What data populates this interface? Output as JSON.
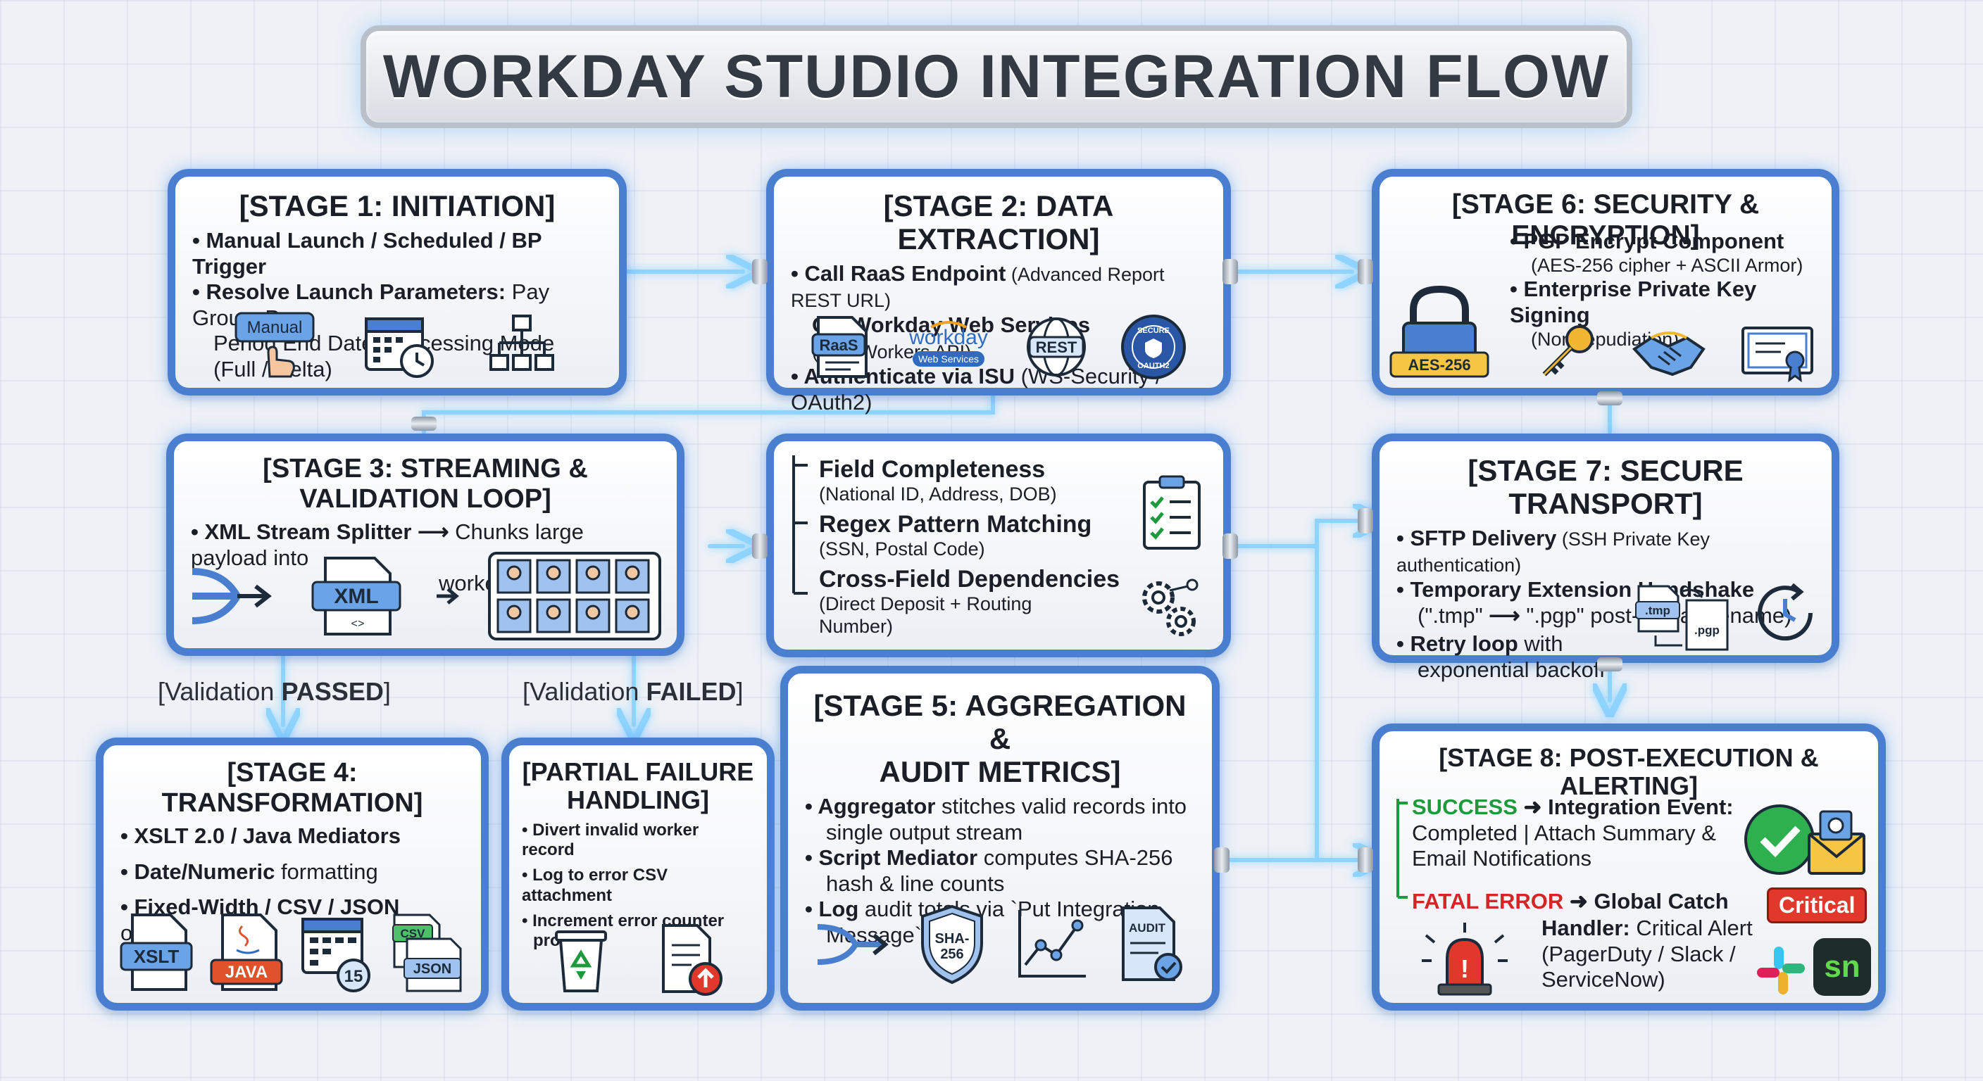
{
  "title": "WORKDAY STUDIO INTEGRATION FLOW",
  "stage1": {
    "heading": "[STAGE 1: INITIATION]",
    "l1": "• Manual Launch / Scheduled / BP Trigger",
    "l2a": "• Resolve Launch Parameters:",
    "l2b": " Pay Group, Pay",
    "l3": "Period End Date, Processing Mode (Full / Delta)",
    "manual_label": "Manual",
    "icons": [
      "manual-button-icon",
      "calendar-clock-icon",
      "hierarchy-icon"
    ]
  },
  "stage2": {
    "heading": "[STAGE 2: DATA EXTRACTION]",
    "l1a": "• Call RaaS Endpoint",
    "l1b": " (Advanced Report REST URL)",
    "l2a": "OR Workday Web Services",
    "l2b": " (Get_Workers API)",
    "l3a": "• Authenticate via ISU",
    "l3b": " (WS-Security / OAuth2)",
    "raas_label": "RaaS",
    "workday_label": "workday",
    "workday_sub": "Web Services",
    "rest_label": "REST",
    "oauth_label": "OAUTH2",
    "oauth_top": "SECURE"
  },
  "stage6": {
    "heading": "[STAGE 6: SECURITY & ENCRYPTION]",
    "l1": "• PGP Encrypt Component",
    "l2": "(AES-256 cipher + ASCII Armor)",
    "l3": "• Enterprise Private Key Signing",
    "l4": "(Non-repudiation)",
    "lock_label": "AES-256"
  },
  "stage3": {
    "heading": "[STAGE 3: STREAMING & VALIDATION LOOP]",
    "l1a": "• XML Stream Splitter",
    "l1b": "Chunks large payload into",
    "l2": "worker micro-batches",
    "xml_label": "XML",
    "xml_sub": "<>"
  },
  "validation": {
    "f1": "Field Completeness",
    "f1s": "(National ID, Address, DOB)",
    "f2": "Regex Pattern Matching",
    "f2s": "(SSN, Postal Code)",
    "f3": "Cross-Field Dependencies",
    "f3s1": "(Direct Deposit + Routing",
    "f3s2": "Number)"
  },
  "stage7": {
    "heading": "[STAGE 7: SECURE TRANSPORT]",
    "l1a": "• SFTP Delivery",
    "l1b": " (SSH Private Key authentication)",
    "l2": "• Temporary Extension Handshake",
    "l3a": "(\".tmp\"",
    "l3b": "\".pgp\"",
    "l3c": " post-upload rename)",
    "l4a": "• Retry loop",
    "l4b": " with",
    "l5": "exponential backoff",
    "tmp_label": ".tmp",
    "pgp_label": ".pgp"
  },
  "edges": {
    "passed_a": "[Validation ",
    "passed_b": "PASSED",
    "passed_c": "]",
    "failed_a": "[Validation ",
    "failed_b": "FAILED",
    "failed_c": "]"
  },
  "stage4": {
    "heading": "[STAGE 4: TRANSFORMATION]",
    "l1": "• XSLT 2.0 / Java Mediators",
    "l2a": "• Date/Numeric",
    "l2b": " formatting",
    "l3a": "• Fixed-Width / CSV / JSON",
    "l3b": " output",
    "xslt_label": "XSLT",
    "java_label": "JAVA",
    "cal_num": "15",
    "csv_label": "CSV",
    "json_label": "JSON"
  },
  "partial": {
    "heading1": "[PARTIAL FAILURE",
    "heading2": "HANDLING]",
    "l1": "• Divert invalid worker record",
    "l2": "• Log to error CSV attachment",
    "l3": "• Increment error counter",
    "l4": "property"
  },
  "stage5": {
    "heading1": "[STAGE 5: AGGREGATION &",
    "heading2": "AUDIT METRICS]",
    "l1a": "• Aggregator",
    "l1b": " stitches valid records into",
    "l2": "single output stream",
    "l3a": "• Script Mediator",
    "l3b": " computes SHA-256",
    "l4": "hash & line counts",
    "l5a": "• Log",
    "l5b": " audit totals via `Put Integration",
    "l6": "Message`",
    "sha_label1": "SHA-",
    "sha_label2": "256",
    "audit_label": "AUDIT"
  },
  "stage8": {
    "heading": "[STAGE 8: POST-EXECUTION & ALERTING]",
    "s1": "SUCCESS",
    "s1b": "Integration Event:",
    "s2": "Completed | Attach Summary &",
    "s3": "Email Notifications",
    "e1": "FATAL ERROR",
    "e1b": "Global Catch",
    "e2a": "Handler:",
    "e2b": " Critical Alert",
    "e3": "(PagerDuty / Slack /",
    "e4": "ServiceNow)",
    "critical_label": "Critical",
    "sn_label": "sn"
  },
  "colors": {
    "card_border": "#4a7fd0",
    "wire": "#8fd4ff",
    "success": "#1e9a3c",
    "error": "#d32626"
  }
}
